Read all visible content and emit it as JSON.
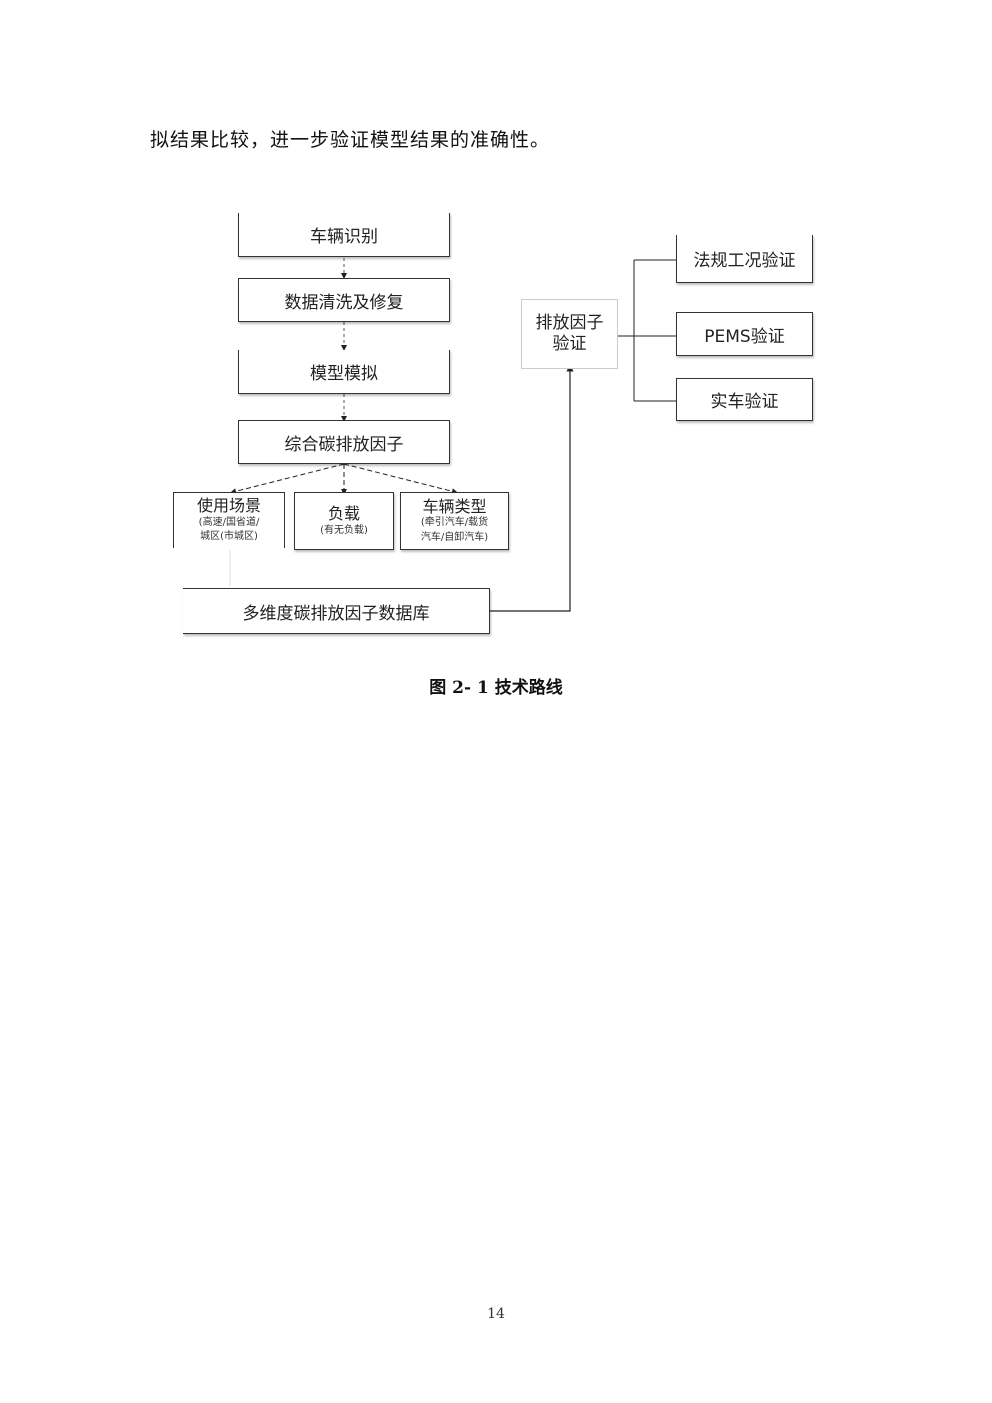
{
  "paragraph": "拟结果比较，进一步验证模型结果的准确性。",
  "flow": {
    "step1": "车辆识别",
    "step2": "数据清洗及修复",
    "step3": "模型模拟",
    "step4": "综合碳排放因子",
    "scene": {
      "title": "使用场景",
      "detail_1": "(高速/国省道/",
      "detail_2": "城区(市城区)"
    },
    "load": {
      "title": "负载",
      "detail_1": "(有无负载)"
    },
    "vehicle_type": {
      "title": "车辆类型",
      "detail_1": "(牵引汽车/载货",
      "detail_2": "汽车/自卸汽车)"
    },
    "database": "多维度碳排放因子数据库",
    "verification": {
      "line1": "排放因子",
      "line2": "验证"
    },
    "verify_items": [
      "法规工况验证",
      "PEMS验证",
      "实车验证"
    ]
  },
  "caption": "图 2- 1  技术路线",
  "page_number": "14"
}
